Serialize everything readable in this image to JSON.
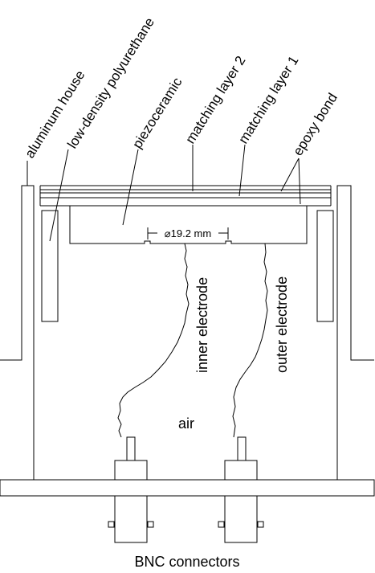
{
  "diagram": {
    "labels": {
      "aluminum_house": "aluminum house",
      "low_density_polyurethane": "low-density polyurethane",
      "piezoceramic": "piezoceramic",
      "matching_layer_2": "matching layer 2",
      "matching_layer_1": "matching layer 1",
      "epoxy_bond": "epoxy bond",
      "inner_electrode": "inner electrode",
      "outer_electrode": "outer electrode",
      "air": "air",
      "diameter": "⌀19.2 mm",
      "bnc_connectors": "BNC connectors"
    },
    "colors": {
      "line": "#000000",
      "background": "#ffffff"
    }
  }
}
